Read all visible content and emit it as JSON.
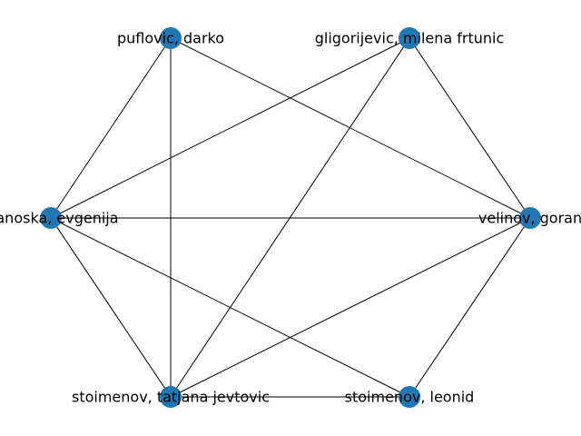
{
  "colors": {
    "node": "#1f77b4",
    "edge": "#000000",
    "label": "#000000",
    "background": "#ffffff"
  },
  "nodes": [
    {
      "id": "puflovic",
      "label": "puflovic, darko"
    },
    {
      "id": "gligorijevic",
      "label": "gligorijevic, milena frtunic"
    },
    {
      "id": "ivanoska",
      "label": "ivanoska, evgenija"
    },
    {
      "id": "velinov",
      "label": "velinov, goran"
    },
    {
      "id": "stoimenov_t",
      "label": "stoimenov, tatjana jevtovic"
    },
    {
      "id": "stoimenov_l",
      "label": "stoimenov, leonid"
    }
  ],
  "edges": [
    [
      "puflovic",
      "ivanoska"
    ],
    [
      "puflovic",
      "velinov"
    ],
    [
      "puflovic",
      "stoimenov_t"
    ],
    [
      "gligorijevic",
      "ivanoska"
    ],
    [
      "gligorijevic",
      "velinov"
    ],
    [
      "gligorijevic",
      "stoimenov_t"
    ],
    [
      "ivanoska",
      "velinov"
    ],
    [
      "ivanoska",
      "stoimenov_t"
    ],
    [
      "ivanoska",
      "stoimenov_l"
    ],
    [
      "velinov",
      "stoimenov_t"
    ],
    [
      "velinov",
      "stoimenov_l"
    ],
    [
      "stoimenov_t",
      "stoimenov_l"
    ]
  ]
}
